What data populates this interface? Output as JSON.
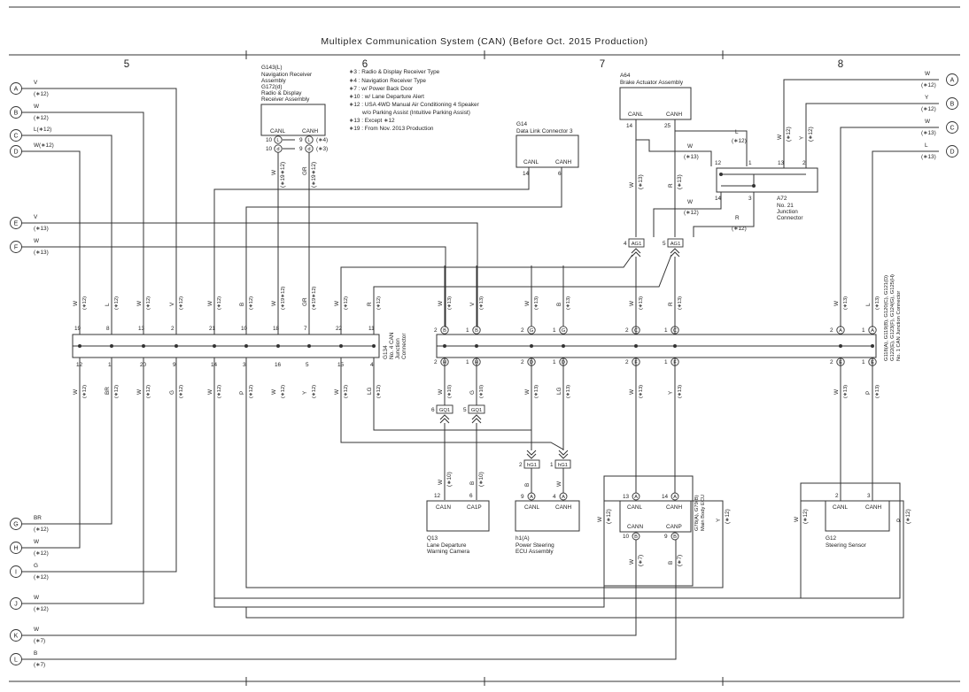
{
  "title": "Multiplex Communication System (CAN) (Before Oct.  2015 Production)",
  "sections": [
    "5",
    "6",
    "7",
    "8"
  ],
  "notes": [
    "∗3 : Radio & Display Receiver Type",
    "∗4 : Navigation Receiver Type",
    "∗7 : w/ Power Back Door",
    "∗10 : w/ Lane Departure Alert",
    "∗12 : USA 4WD Manual Air Conditioning 4 Speaker",
    "w/o Parking Assist (Intuitive Parking Assist)",
    "∗13 : Except ∗12",
    "∗19 : From Nov.  2013 Production"
  ],
  "left_refs": [
    {
      "id": "A",
      "color": "V",
      "cond": "(∗12)"
    },
    {
      "id": "B",
      "color": "W",
      "cond": "(∗12)"
    },
    {
      "id": "C",
      "color": "L(∗12)",
      "cond": ""
    },
    {
      "id": "D",
      "color": "W(∗12)",
      "cond": ""
    },
    {
      "id": "E",
      "color": "V",
      "cond": "(∗13)"
    },
    {
      "id": "F",
      "color": "W",
      "cond": "(∗13)"
    },
    {
      "id": "G",
      "color": "BR",
      "cond": "(∗12)"
    },
    {
      "id": "H",
      "color": "W",
      "cond": "(∗12)"
    },
    {
      "id": "I",
      "color": "G",
      "cond": "(∗12)"
    },
    {
      "id": "J",
      "color": "W",
      "cond": "(∗12)"
    },
    {
      "id": "K",
      "color": "W",
      "cond": "(∗7)"
    },
    {
      "id": "L",
      "color": "B",
      "cond": "(∗7)"
    }
  ],
  "right_refs": [
    {
      "id": "A",
      "color": "W",
      "cond": "(∗12)"
    },
    {
      "id": "B",
      "color": "Y",
      "cond": "(∗12)"
    },
    {
      "id": "C",
      "color": "W",
      "cond": "(∗13)"
    },
    {
      "id": "D",
      "color": "L",
      "cond": "(∗13)"
    }
  ],
  "components": {
    "g143": {
      "line1": "G143(L)",
      "line2": "Navigation Receiver",
      "line3": "Assembly",
      "line4": "G172(d)",
      "line5": "Radio & Display",
      "line6": "Receiver Assembly",
      "canl": "CANL",
      "canh": "CANH",
      "pins": [
        "10",
        "L",
        "9",
        "L",
        "(∗4)",
        "10",
        "d",
        "9",
        "d",
        "(∗3)"
      ]
    },
    "g14": {
      "code": "G14",
      "name": "Data Link Connector 3",
      "canl": "CANL",
      "canh": "CANH",
      "pin_l": "14",
      "pin_h": "6"
    },
    "a64": {
      "code": "A64",
      "name": "Brake Actuator Assembly",
      "canl": "CANL",
      "canh": "CANH",
      "pin_l": "14",
      "pin_h": "25"
    },
    "a72": {
      "code": "A72",
      "name1": "No.  21",
      "name2": "Junction",
      "name3": "Connector",
      "pins": [
        "12",
        "1",
        "13",
        "2",
        "14",
        "3"
      ]
    },
    "g134": {
      "code": "G134",
      "name1": "No.  4 CAN",
      "name2": "Junction",
      "name3": "Connector"
    },
    "g118": {
      "line1": "G118(A), G119(B), G120(C), G121(D)",
      "line2": "G122(E), G123(F), G124(G), G125(H)",
      "line3": "No.  1 CAN Junction Connector"
    },
    "q13": {
      "code": "Q13",
      "name1": "Lane Departure",
      "name2": "Warning Camera",
      "canl": "CA1N",
      "canh": "CA1P",
      "pin_l": "12",
      "pin_h": "6"
    },
    "h1": {
      "code": "h1(A)",
      "name1": "Power Steering",
      "name2": "ECU Assembly",
      "canl": "CANL",
      "canh": "CANH"
    },
    "g78": {
      "line1": "G78(A), G79(B)",
      "line2": "Main Body ECU",
      "canl": "CANL",
      "canh": "CANH",
      "cann": "CANN",
      "canp": "CANP"
    },
    "g12": {
      "code": "G12",
      "name": "Steering Sensor",
      "canl": "CANL",
      "canh": "CANH",
      "pin_l": "2",
      "pin_h": "3"
    }
  },
  "g134_top_pins": [
    "19",
    "8",
    "13",
    "2",
    "21",
    "10",
    "18",
    "7",
    "22",
    "11"
  ],
  "g134_bottom_pins": [
    "12",
    "1",
    "20",
    "9",
    "14",
    "3",
    "16",
    "5",
    "15",
    "4"
  ],
  "g134_top_wires": [
    "W",
    "L",
    "W",
    "V",
    "W",
    "B",
    "W",
    "GR",
    "W",
    "R"
  ],
  "g134_top_conds": [
    "(∗12)",
    "(∗12)",
    "(∗12)",
    "(∗12)",
    "(∗12)",
    "(∗12)",
    "(∗19∗12)",
    "(∗19∗12)",
    "(∗12)",
    "(∗12)"
  ],
  "g134_bottom_wires": [
    "W",
    "BR",
    "W",
    "G",
    "W",
    "P",
    "W",
    "Y",
    "W",
    "LG"
  ],
  "g134_bottom_conds": [
    "(∗12)",
    "(∗12)",
    "(∗12)",
    "(∗12)",
    "(∗12)",
    "(∗12)",
    "(∗12)",
    "(∗12)",
    "(∗12)",
    "(∗12)"
  ],
  "junctions": {
    "ag1_l": "AG1",
    "ag1_h": "AG1",
    "gq1_l": "GQ1",
    "gq1_h": "GQ1",
    "hg1_l": "hG1",
    "hg1_h": "hG1"
  }
}
